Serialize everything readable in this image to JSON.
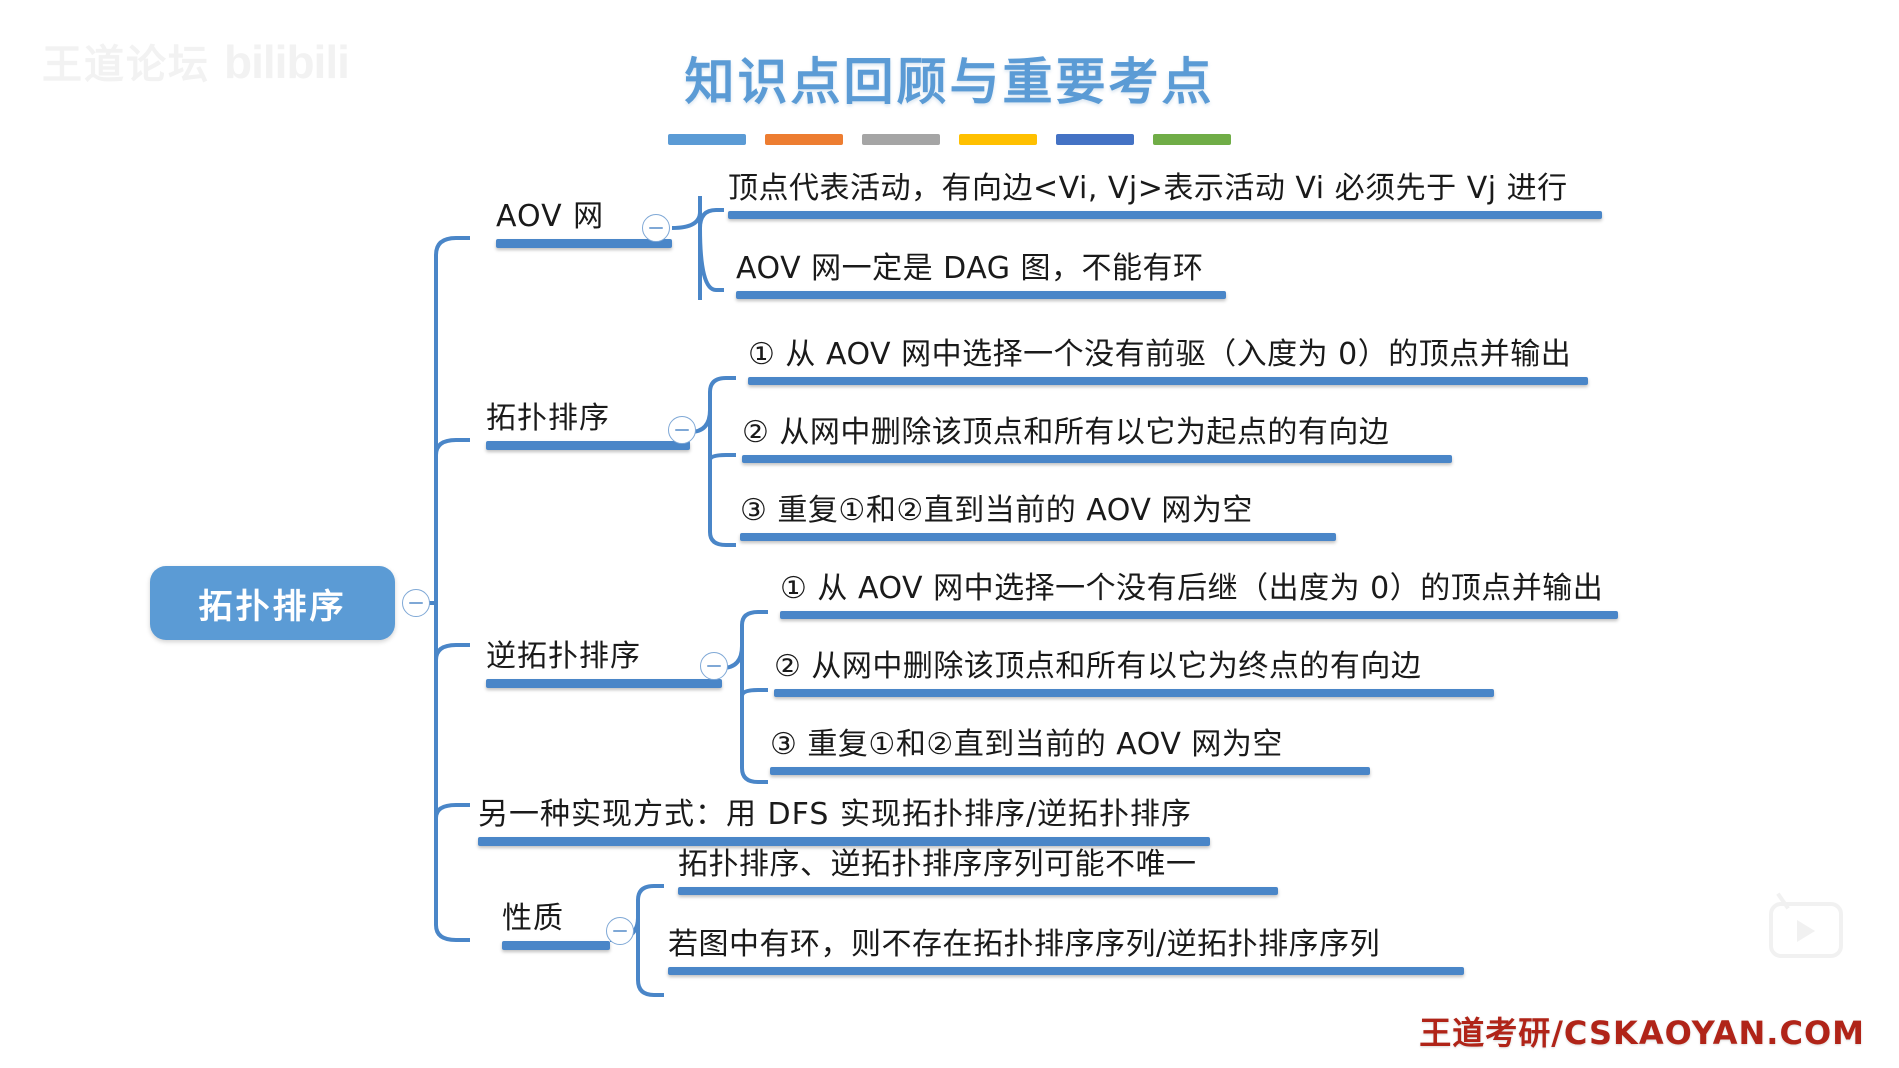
{
  "watermark": {
    "top_left": "王道论坛",
    "top_left_brand": "bilibili",
    "play_icon": "bilibili-play-icon"
  },
  "header": {
    "title": "知识点回顾与重要考点",
    "title_color": "#5b9bd5",
    "bars": [
      {
        "name": "bar-lightblue",
        "color": "#5b9bd5"
      },
      {
        "name": "bar-orange",
        "color": "#ed7d31"
      },
      {
        "name": "bar-gray",
        "color": "#a5a5a5"
      },
      {
        "name": "bar-yellow",
        "color": "#ffc000"
      },
      {
        "name": "bar-blue",
        "color": "#4472c4"
      },
      {
        "name": "bar-green",
        "color": "#70ad47"
      }
    ]
  },
  "mindmap": {
    "accent_color": "#4a86c8",
    "root": {
      "label": "拓扑排序",
      "collapse_icon": "minus-circle-icon"
    },
    "branches": [
      {
        "id": "aov",
        "label": "AOV 网",
        "collapse_icon": "minus-circle-icon",
        "leaves": [
          {
            "text": "顶点代表活动，有向边<Vi, Vj>表示活动 Vi 必须先于 Vj 进行"
          },
          {
            "text": "AOV 网一定是 DAG 图，不能有环"
          }
        ]
      },
      {
        "id": "topo-sort",
        "label": "拓扑排序",
        "collapse_icon": "minus-circle-icon",
        "leaves": [
          {
            "text": "① 从 AOV 网中选择一个没有前驱（入度为 0）的顶点并输出"
          },
          {
            "text": "② 从网中删除该顶点和所有以它为起点的有向边"
          },
          {
            "text": "③ 重复①和②直到当前的 AOV 网为空"
          }
        ]
      },
      {
        "id": "reverse-topo-sort",
        "label": "逆拓扑排序",
        "collapse_icon": "minus-circle-icon",
        "leaves": [
          {
            "text": "① 从 AOV 网中选择一个没有后继（出度为 0）的顶点并输出"
          },
          {
            "text": "② 从网中删除该顶点和所有以它为终点的有向边"
          },
          {
            "text": "③ 重复①和②直到当前的 AOV 网为空"
          }
        ]
      },
      {
        "id": "dfs-impl",
        "label": "另一种实现方式：用 DFS 实现拓扑排序/逆拓扑排序",
        "collapse_icon": null,
        "leaves": []
      },
      {
        "id": "properties",
        "label": "性质",
        "collapse_icon": "minus-circle-icon",
        "leaves": [
          {
            "text": "拓扑排序、逆拓扑排序序列可能不唯一"
          },
          {
            "text": "若图中有环，则不存在拓扑排序序列/逆拓扑排序序列"
          }
        ]
      }
    ]
  },
  "footer": {
    "text": "王道考研/CSKAOYAN.COM",
    "color": "#b02418"
  }
}
